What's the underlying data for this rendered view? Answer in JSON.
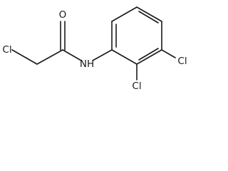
{
  "molecule": {
    "atoms": {
      "cl_chloromethyl": "Cl",
      "o_carbonyl": "O",
      "n_amide": "NH",
      "cl_ring_2": "Cl",
      "cl_ring_3": "Cl"
    }
  }
}
